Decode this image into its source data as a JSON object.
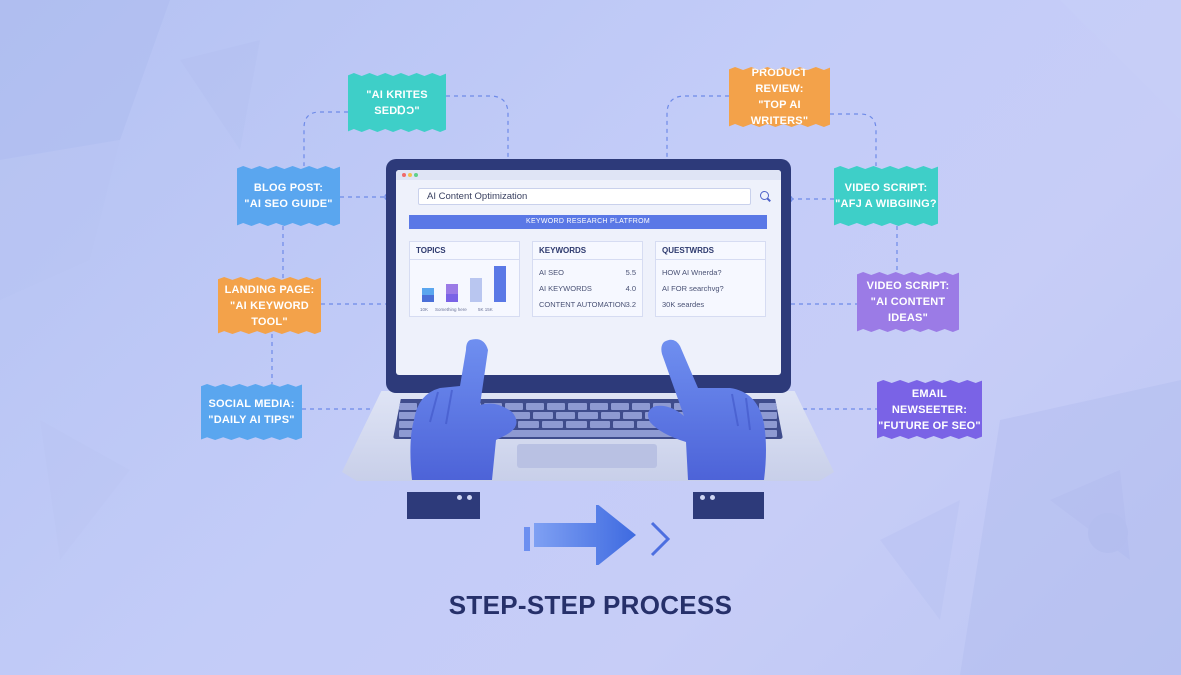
{
  "colors": {
    "teal": "#3ecfc8",
    "orange": "#f3a24a",
    "blue": "#5aa6ef",
    "purple": "#9b7be6",
    "indigo": "#7a63e6",
    "navy": "#2d3a7a",
    "accent": "#5a78e6"
  },
  "notes": [
    {
      "id": "note-teal-top",
      "line1": "\"AI KRITES SEDɒɔ\"",
      "line2": ""
    },
    {
      "id": "note-blog-post",
      "line1": "BLOG POST:",
      "line2": "\"AI SEO GUIDE\""
    },
    {
      "id": "note-landing-page",
      "line1": "LANDING PAGE:",
      "line2": "\"AI KEYWORD TOOL\""
    },
    {
      "id": "note-social-media",
      "line1": "SOCIAL MEDIA:",
      "line2": "\"DAILY AI TIPS\""
    },
    {
      "id": "note-product-review",
      "line1": "PRODUCT REVIEW:",
      "line2": "\"TOP AI WRITERS\""
    },
    {
      "id": "note-video-script-1",
      "line1": "VIDEO SCRIPT:",
      "line2": "\"AFJ A WIBGIING?"
    },
    {
      "id": "note-video-script-2",
      "line1": "VIDEO SCRIPT:",
      "line2": "\"AI CONTENT IDEAS\""
    },
    {
      "id": "note-email-newsletter",
      "line1": "EMAIL NEWSEETER:",
      "line2": "\"FUTURE OF SEO\""
    }
  ],
  "screen": {
    "search_text": "AI Content Optimization",
    "platform_label": "KEYWORD RESEARCH PLATFROM",
    "topics": {
      "title": "TOPICS",
      "bar_labels": [
        "10K",
        "Something here",
        "5K 15K"
      ]
    },
    "keywords": {
      "title": "KEYWORDS",
      "rows": [
        {
          "label": "AI SEO",
          "value": "5.5"
        },
        {
          "label": "AI KEYWORDS",
          "value": "4.0"
        },
        {
          "label": "CONTENT AUTOMATION",
          "value": "3.2"
        }
      ]
    },
    "questions": {
      "title": "QUESTWRDS",
      "rows": [
        "HOW AI Wnerda?",
        "AI FOR searchvg?",
        "30K seardes"
      ]
    }
  },
  "caption": "STEP-STEP PROCESS"
}
